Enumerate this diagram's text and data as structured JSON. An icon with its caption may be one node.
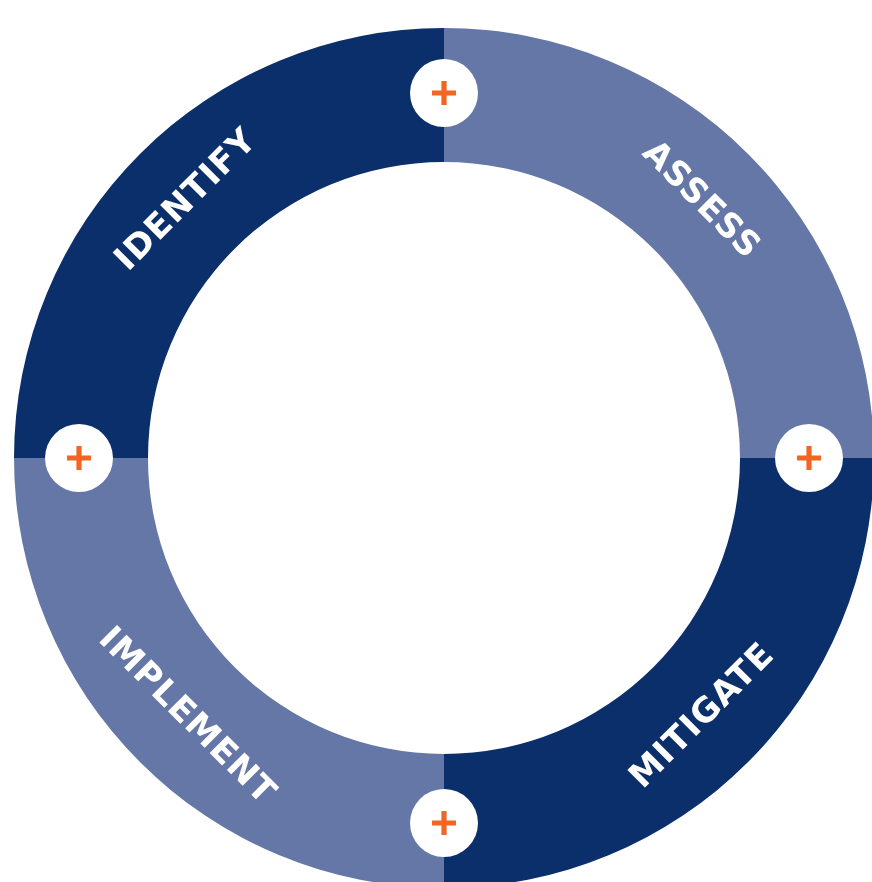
{
  "diagram": {
    "nodes": [
      {
        "text": [
          "IDENTIFY"
        ]
      },
      {
        "text": [
          "ASSESS"
        ]
      },
      {
        "text": [
          "MITIGATE"
        ]
      },
      {
        "text": [
          "IMPLEMENT"
        ]
      }
    ]
  }
}
